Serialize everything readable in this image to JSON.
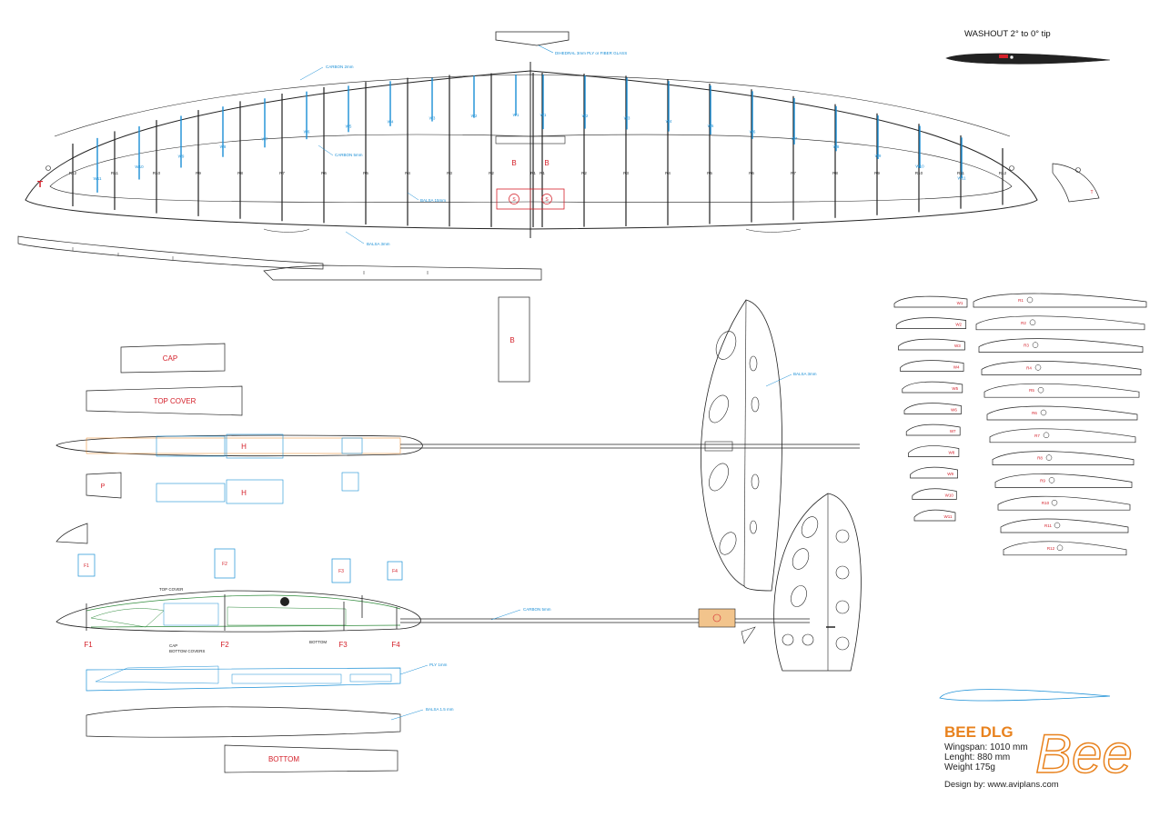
{
  "title": "BEE DLG",
  "logo_text": "Bee",
  "specs": {
    "wingspan": "Wingspan: 1010 mm",
    "length": "Lenght: 880 mm",
    "weight": "Weight 175g"
  },
  "design_by": "Design by: www.aviplans.com",
  "washout": "WASHOUT 2° to 0° tip",
  "labels": {
    "dihedral": "DIHEDRAL 3mm PLY or FIBER GLASS",
    "carbon2": "CARBON 2mm",
    "carbon5": "CARBON 5mm",
    "balsa15": "BALSA 15mm",
    "balsa3": "BALSA 3mm",
    "balsa3b": "BALSA 3mm",
    "carbon5b": "CARBON 5mm",
    "ply1": "PLY 1mm",
    "balsa15b": "BALSA 1.5 mm",
    "top_cover_small": "TOP COVER",
    "cap_bottom": "CAP",
    "bottom_cover_small": "BOTTOM COVERS",
    "bottom_small": "BOTTOM",
    "tip_t": "T",
    "tip_t2": "T",
    "spar_b1": "B",
    "spar_b2": "B",
    "block_b": "B",
    "servo_s1": "S",
    "servo_s2": "S",
    "part_p": "P",
    "part_h1": "H",
    "part_h2": "H",
    "cap": "CAP",
    "top_cover": "TOP COVER",
    "bottom": "BOTTOM"
  },
  "formers": [
    "F1",
    "F2",
    "F3",
    "F4"
  ],
  "former_parts": [
    "F1",
    "F2",
    "F3",
    "F4"
  ],
  "wing_ribs_left": [
    "R12",
    "R11",
    "R10",
    "R9",
    "R8",
    "R7",
    "R6",
    "R5",
    "R4",
    "R3",
    "R2",
    "R1"
  ],
  "wing_ribs_right": [
    "R1",
    "R2",
    "R3",
    "R4",
    "R5",
    "R6",
    "R7",
    "R8",
    "R9",
    "R10",
    "R11",
    "R12"
  ],
  "webs_left": [
    "W11",
    "W10",
    "W9",
    "W8",
    "W7",
    "W6",
    "W5",
    "W4",
    "W3",
    "W2",
    "W1"
  ],
  "webs_right": [
    "W1",
    "W2",
    "W3",
    "W4",
    "W5",
    "W6",
    "W7",
    "W8",
    "W9",
    "W10",
    "W11"
  ],
  "web_parts": [
    "W1",
    "W2",
    "W3",
    "W4",
    "W5",
    "W6",
    "W7",
    "W8",
    "W9",
    "W10",
    "W11"
  ],
  "rib_parts": [
    "R1",
    "R2",
    "R3",
    "R4",
    "R5",
    "R6",
    "R7",
    "R8",
    "R9",
    "R10",
    "R11",
    "R12"
  ],
  "colors": {
    "line": "#222222",
    "blue": "#1a8fd6",
    "red": "#d4202a",
    "orange": "#e8821e",
    "green": "#2e8a3a",
    "wood": "#f2c48c"
  }
}
